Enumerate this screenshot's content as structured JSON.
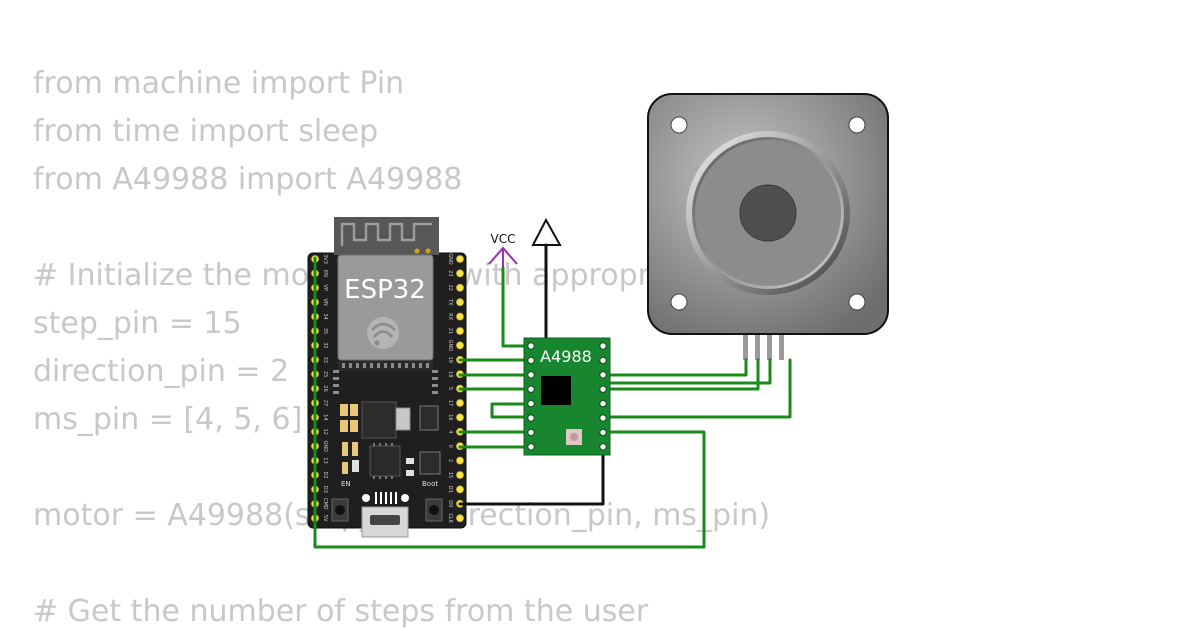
{
  "code_lines": [
    "from machine import Pin",
    "from time import sleep",
    "from A49988 import A49988",
    "",
    "# Initialize the motor driver with appropriate pins",
    "step_pin = 15",
    "direction_pin = 2",
    "ms_pin = [4, 5, 6]",
    "",
    "motor = A49988(step_pin, direction_pin, ms_pin)",
    "",
    "# Get the number of steps from the user"
  ],
  "esp32": {
    "label": "ESP32",
    "en_label": "EN",
    "boot_label": "Boot",
    "left_pins": [
      "3V3",
      "EN",
      "VP",
      "VN",
      "34",
      "35",
      "32",
      "33",
      "25",
      "26",
      "27",
      "14",
      "12",
      "GND",
      "13",
      "D2",
      "D3",
      "CMD",
      "5V"
    ],
    "right_pins": [
      "GND",
      "23",
      "22",
      "TX",
      "RX",
      "21",
      "GND",
      "19",
      "18",
      "5",
      "17",
      "16",
      "4",
      "0",
      "2",
      "15",
      "D1",
      "D0",
      "CLK"
    ]
  },
  "driver": {
    "label": "A4988"
  },
  "vcc": {
    "label": "VCC"
  },
  "colors": {
    "wire": "#1a8a1a",
    "black_wire": "#111111",
    "vcc": "#9b2fae",
    "board": "#1f1f1f",
    "driver_pcb": "#17862f",
    "motor": "#8f8f8f"
  }
}
